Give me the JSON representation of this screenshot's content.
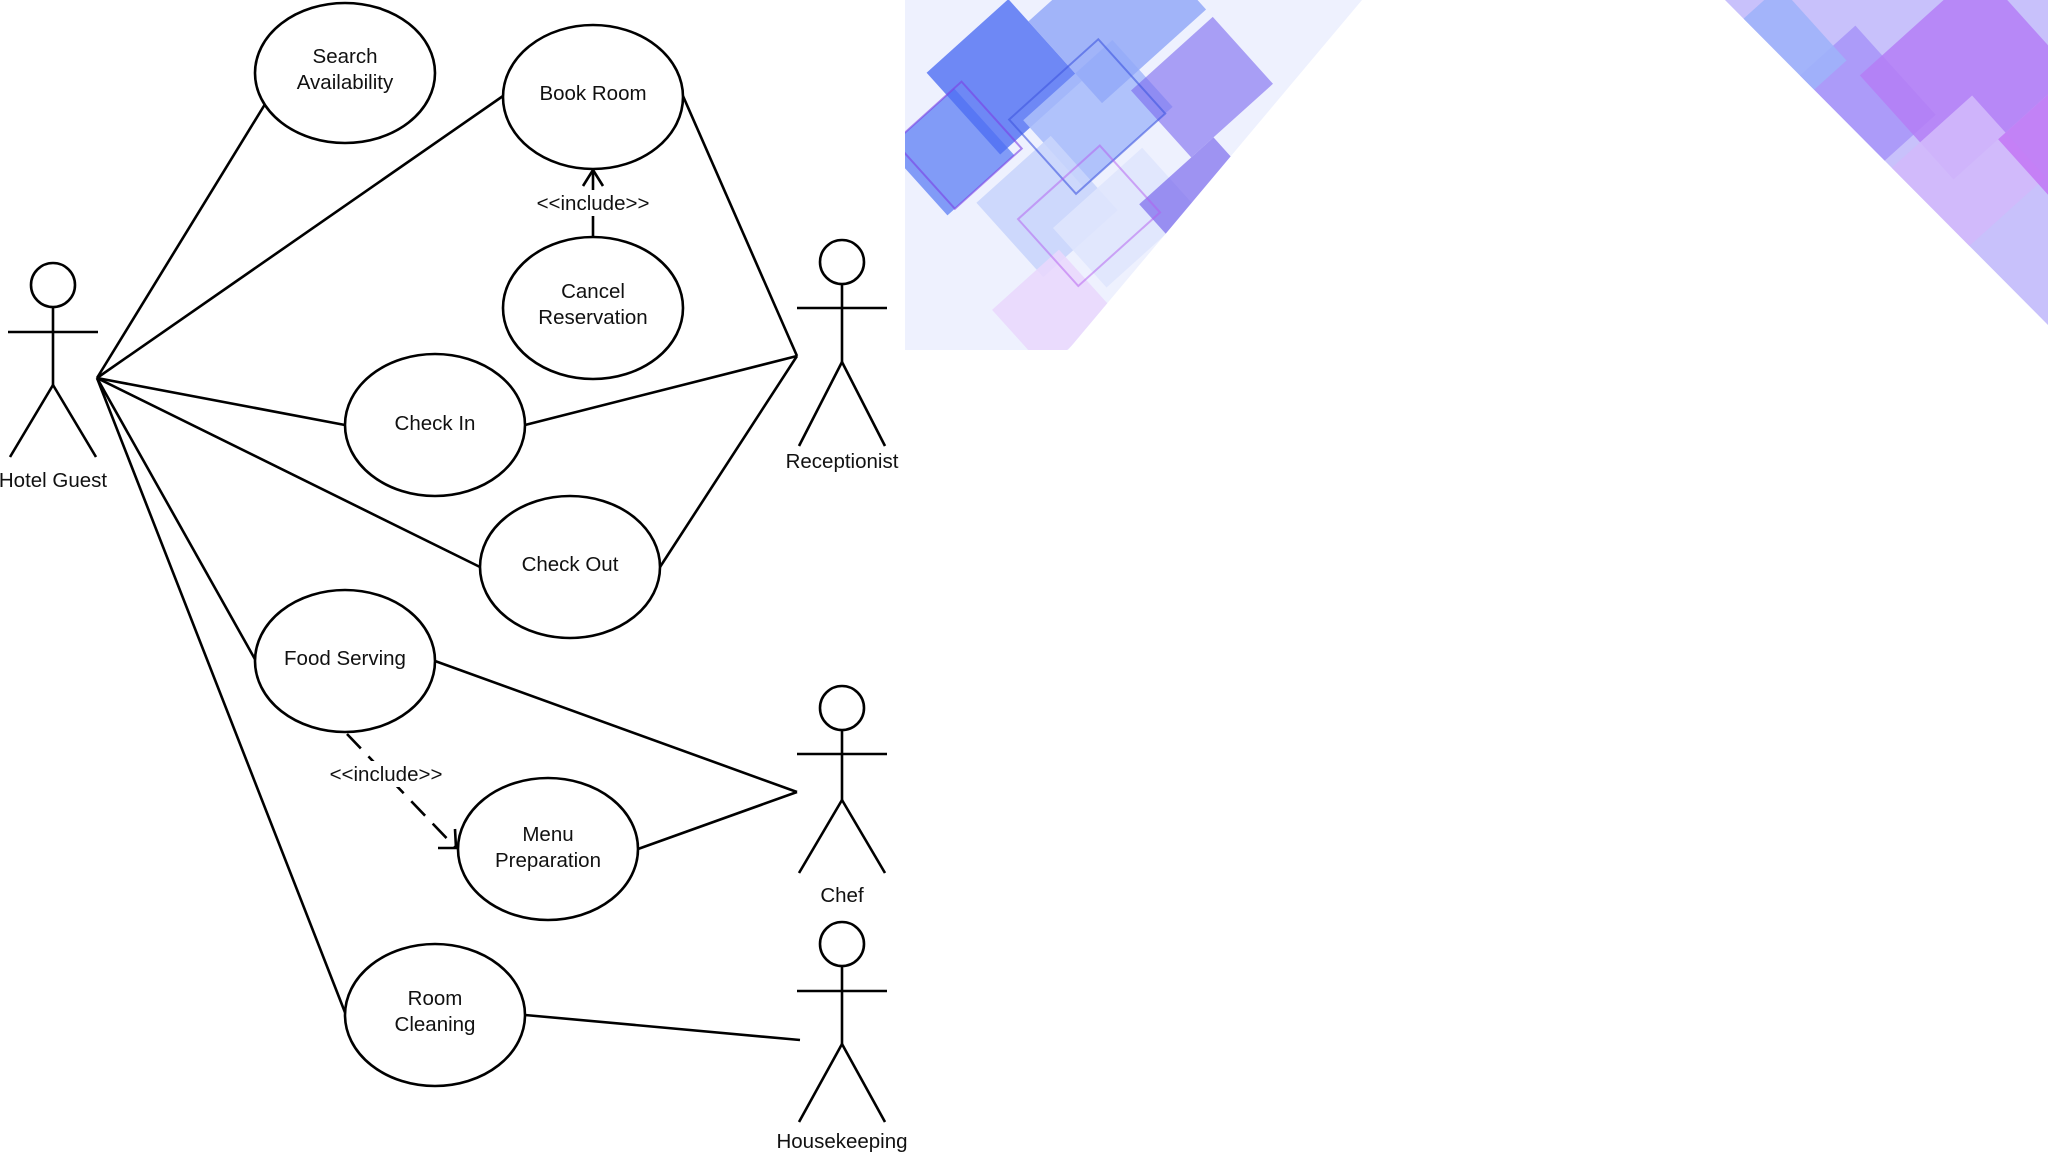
{
  "actors": [
    {
      "id": "guest",
      "name": "Hotel Guest"
    },
    {
      "id": "receptionist",
      "name": "Receptionist"
    },
    {
      "id": "chef",
      "name": "Chef"
    },
    {
      "id": "housekeeping",
      "name": "Housekeeping"
    }
  ],
  "use_cases": [
    {
      "id": "search",
      "lines": [
        "Search",
        "Availability"
      ]
    },
    {
      "id": "book",
      "lines": [
        "Book Room"
      ]
    },
    {
      "id": "cancel",
      "lines": [
        "Cancel",
        "Reservation"
      ]
    },
    {
      "id": "checkin",
      "lines": [
        "Check In"
      ]
    },
    {
      "id": "checkout",
      "lines": [
        "Check Out"
      ]
    },
    {
      "id": "food",
      "lines": [
        "Food Serving"
      ]
    },
    {
      "id": "menu",
      "lines": [
        "Menu",
        "Preparation"
      ]
    },
    {
      "id": "cleaning",
      "lines": [
        "Room",
        "Cleaning"
      ]
    }
  ],
  "associations": [
    [
      "guest",
      "search"
    ],
    [
      "guest",
      "book"
    ],
    [
      "guest",
      "checkin"
    ],
    [
      "guest",
      "checkout"
    ],
    [
      "guest",
      "food"
    ],
    [
      "guest",
      "cleaning"
    ],
    [
      "receptionist",
      "book"
    ],
    [
      "receptionist",
      "checkin"
    ],
    [
      "receptionist",
      "checkout"
    ],
    [
      "chef",
      "food"
    ],
    [
      "chef",
      "menu"
    ],
    [
      "housekeeping",
      "cleaning"
    ]
  ],
  "includes": [
    {
      "from": "cancel",
      "to": "book",
      "label": "<<include>>",
      "style": "solid"
    },
    {
      "from": "food",
      "to": "menu",
      "label": "<<include>>",
      "style": "dashed"
    }
  ],
  "colors": {
    "line": "#000000",
    "background": "#ffffff",
    "decor": [
      "#5a7cf5",
      "#8a5cf0",
      "#c7d6fb",
      "#b57cf7"
    ]
  }
}
